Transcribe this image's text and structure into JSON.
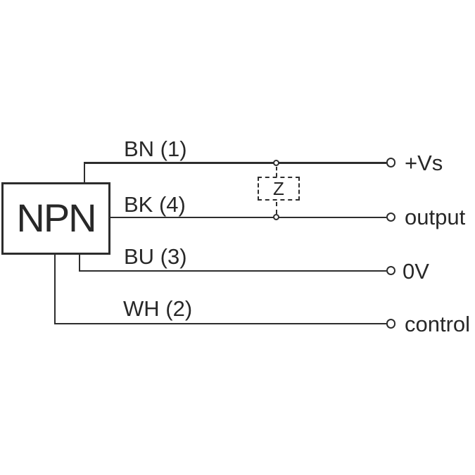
{
  "device": {
    "label": "NPN"
  },
  "load": {
    "label": "Z"
  },
  "wires": [
    {
      "label": "BN (1)",
      "terminal": "+Vs"
    },
    {
      "label": "BK (4)",
      "terminal": "output"
    },
    {
      "label": "BU (3)",
      "terminal": "0V"
    },
    {
      "label": "WH (2)",
      "terminal": "control"
    }
  ],
  "colors": {
    "line": "#2d2d2d",
    "text": "#282828",
    "background": "#ffffff"
  }
}
